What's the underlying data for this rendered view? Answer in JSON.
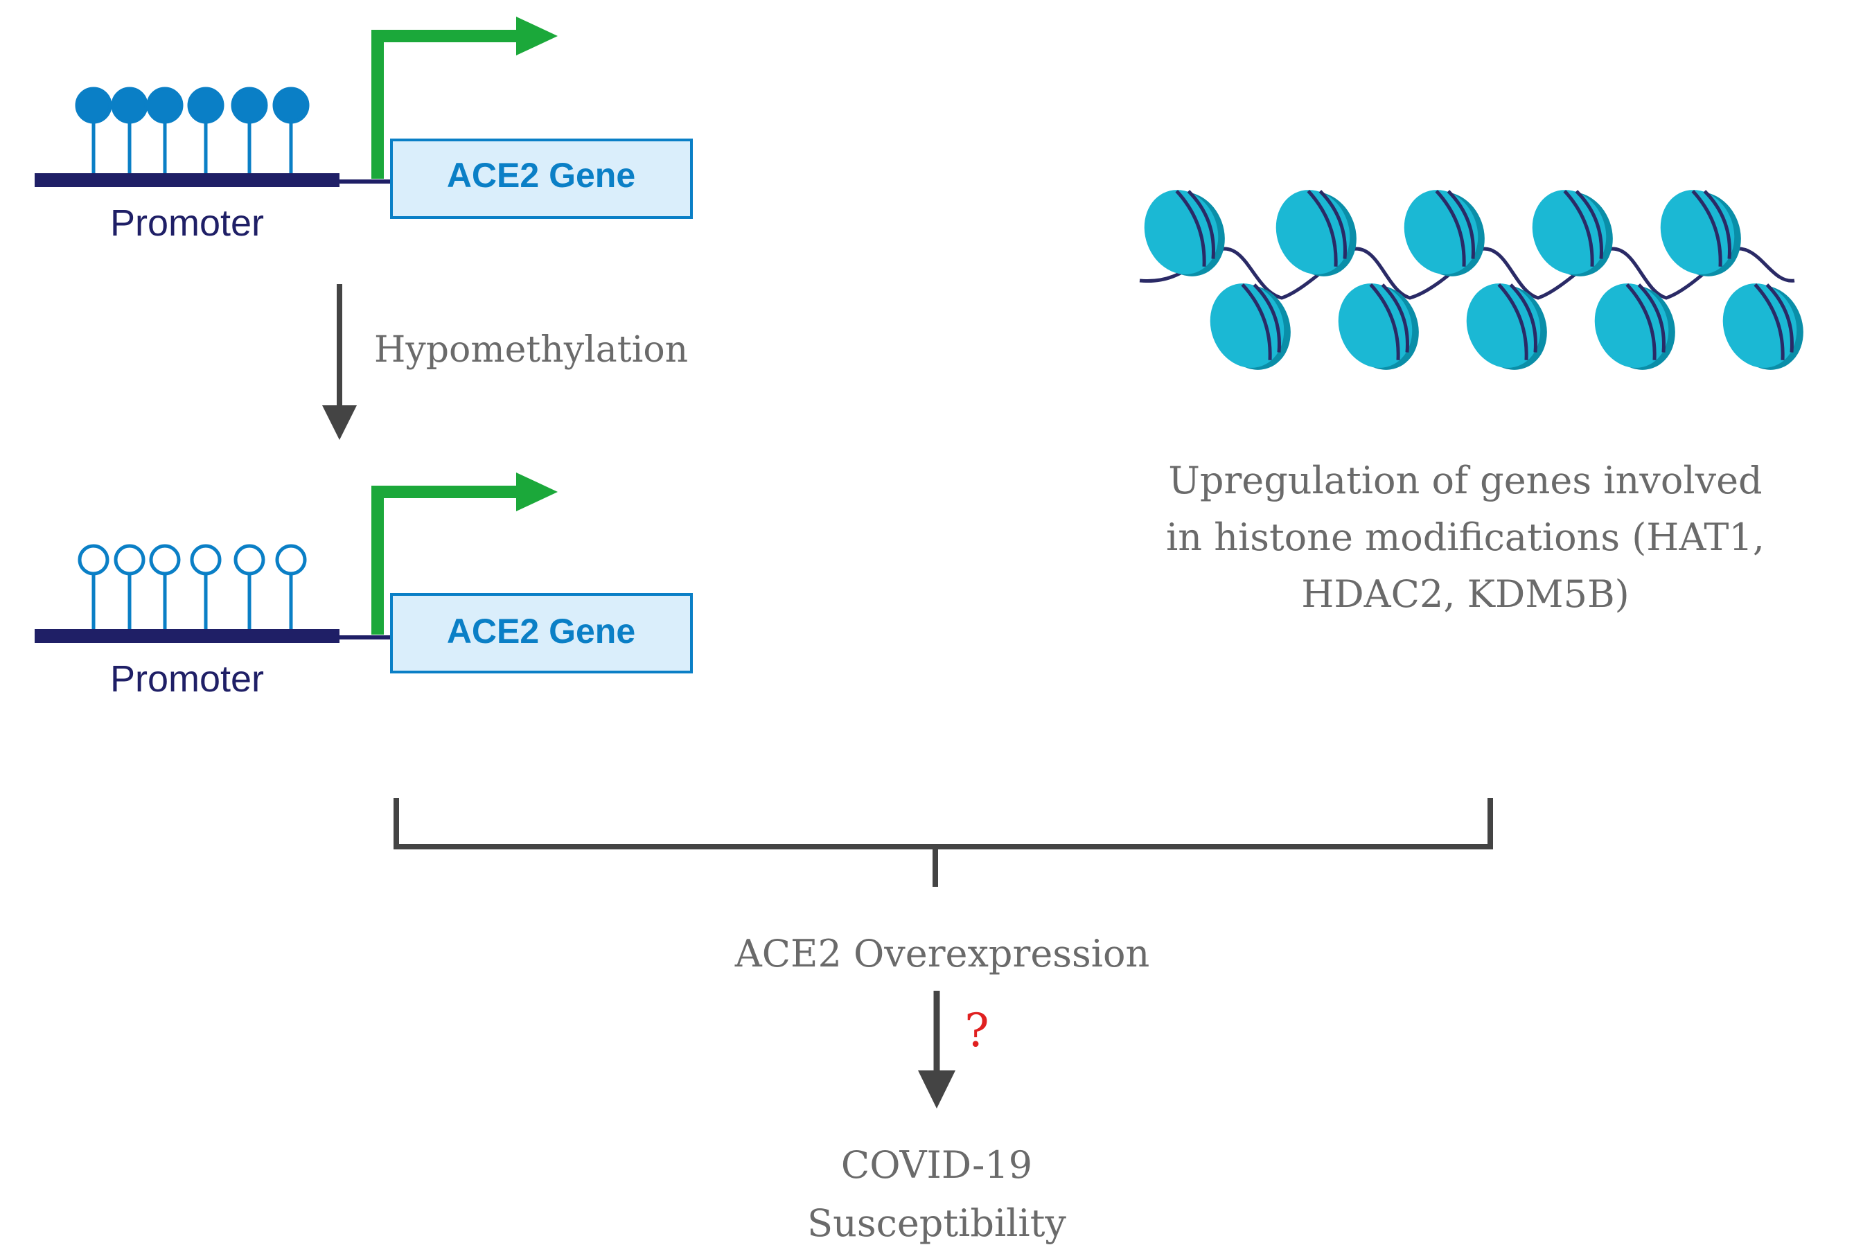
{
  "top_gene": {
    "promoter_label": "Promoter",
    "gene_label": "ACE2 Gene",
    "methylation_state": "methylated",
    "cpg_site_count": 6
  },
  "transition": {
    "label": "Hypomethylation"
  },
  "bottom_gene": {
    "promoter_label": "Promoter",
    "gene_label": "ACE2 Gene",
    "methylation_state": "unmethylated",
    "cpg_site_count": 6
  },
  "histone": {
    "caption_lines": [
      "Upregulation of genes involved",
      "in histone modifications (HAT1,",
      "HDAC2, KDM5B)"
    ],
    "nucleosome_count": 10
  },
  "outcome": {
    "label": "ACE2 Overexpression",
    "uncertainty_mark": "?",
    "result_lines": [
      "COVID-19",
      "Susceptibility"
    ]
  },
  "colors": {
    "dna_line": "#1f1f66",
    "lollipop": "#0a7fc6",
    "gene_box_fill": "#daeefb",
    "gene_box_stroke": "#0a7fc6",
    "gene_text": "#0a7fc6",
    "tss_arrow": "#1ba83a",
    "promoter_text": "#1f1f66",
    "caption_text": "#6a6a6a",
    "connector": "#444444",
    "question_mark": "#e02020",
    "nucleosome": "#1bb8d4",
    "nucleosome_dark": "#0a8ea8"
  }
}
